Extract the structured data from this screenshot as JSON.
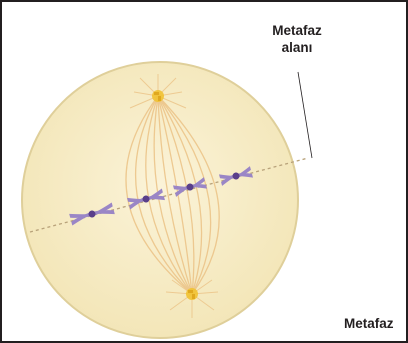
{
  "labels": {
    "plate_line1": "Metafaz",
    "plate_line2": "alanı",
    "stage": "Metafaz"
  },
  "colors": {
    "cell_fill": "#f7ecc4",
    "cell_border": "#dfcf9a",
    "spindle": "#ecc58a",
    "chromosome": "#9a86c6",
    "centromere": "#5a3f8a",
    "centrosome": "#f1c232"
  }
}
